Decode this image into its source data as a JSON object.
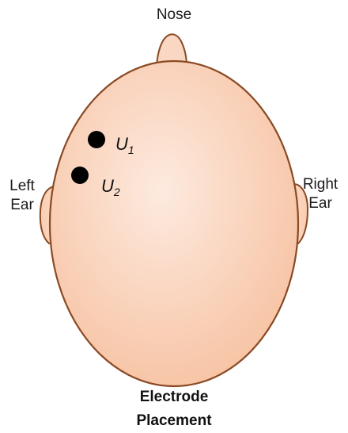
{
  "labels": {
    "nose": "Nose",
    "left_ear": [
      "Left",
      "Ear"
    ],
    "right_ear": [
      "Right",
      "Ear"
    ]
  },
  "electrodes": [
    {
      "letter": "U",
      "index": "1"
    },
    {
      "letter": "U",
      "index": "2"
    }
  ],
  "caption": [
    "Electrode",
    "Placement"
  ],
  "colors": {
    "skin_light": "#fde7d9",
    "skin_dark": "#f7bf9c",
    "outline": "#8a4a24",
    "electrode": "#000000"
  }
}
